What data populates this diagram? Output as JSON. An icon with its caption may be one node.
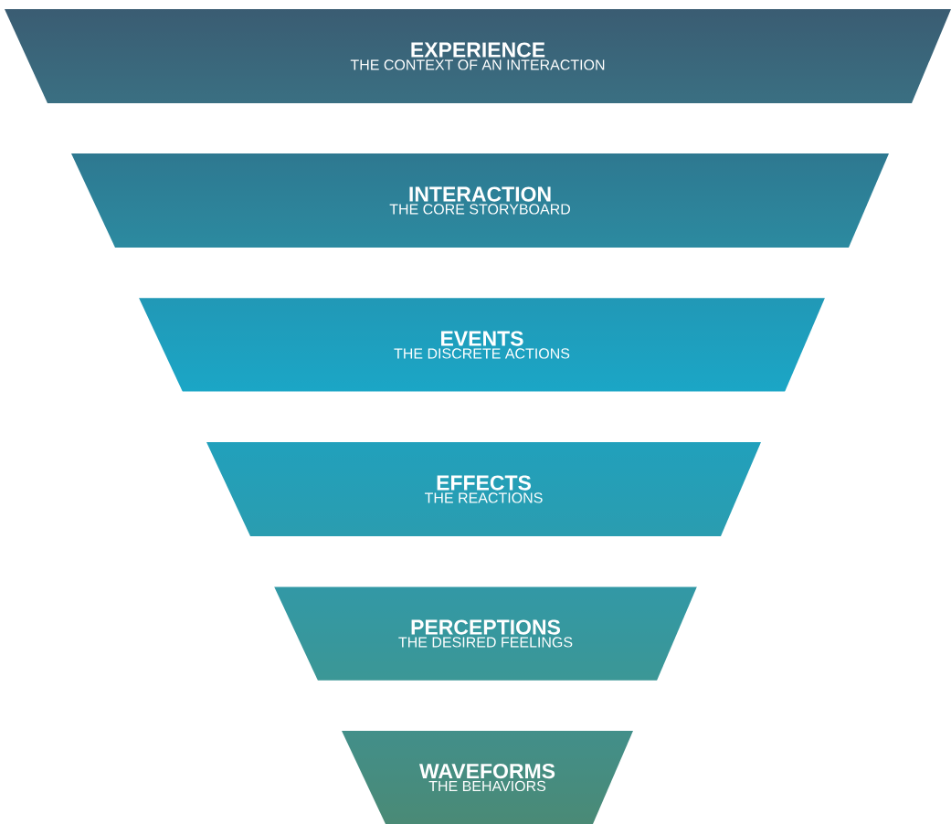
{
  "diagram": {
    "nodes": [
      {
        "text": [
          "EXPERIENCE",
          "THE CONTEXT OF AN INTERACTION"
        ]
      },
      {
        "text": [
          "INTERACTION",
          "THE CORE STORYBOARD"
        ]
      },
      {
        "text": [
          "EVENTS",
          "THE DISCRETE ACTIONS"
        ]
      },
      {
        "text": [
          "EFFECTS",
          "THE REACTIONS"
        ]
      },
      {
        "text": [
          "PERCEPTIONS",
          "THE DESIRED FEELINGS"
        ]
      },
      {
        "text": [
          "WAVEFORMS",
          "THE BEHAVIORS"
        ]
      }
    ]
  }
}
